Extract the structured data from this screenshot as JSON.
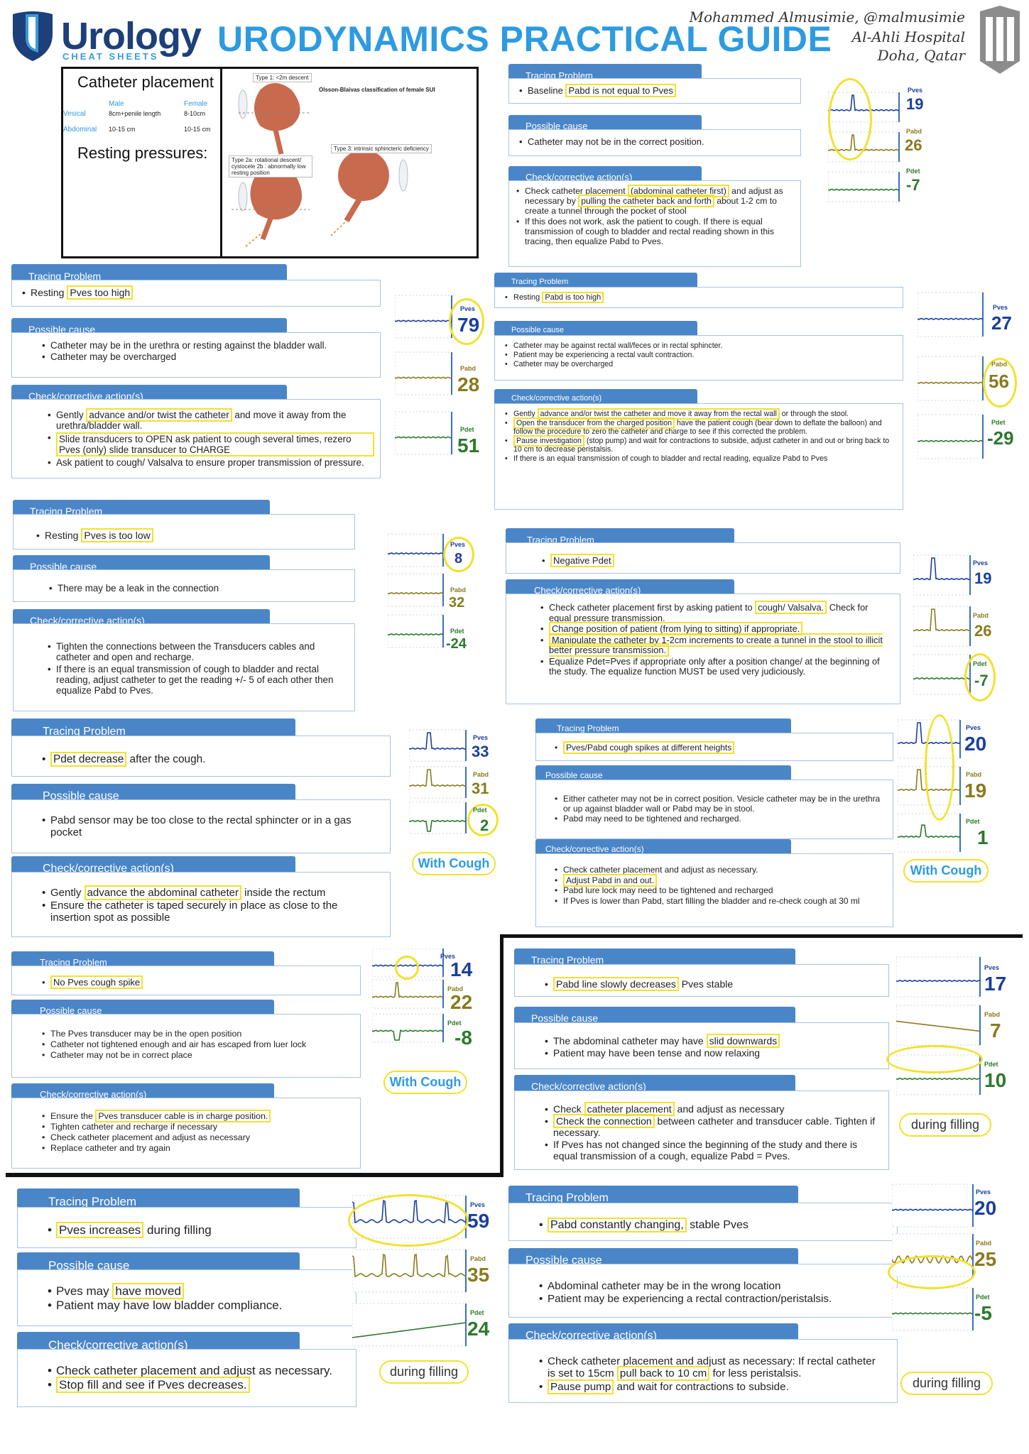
{
  "header": {
    "brand": "Urology",
    "brand_sub": "CHEAT SHEETS",
    "title": "URODYNAMICS PRACTICAL GUIDE",
    "author": "Mohammed Almusimie, @malmusimie",
    "hospital": "Al-Ahli Hospital",
    "location": "Doha, Qatar"
  },
  "catheter_box": {
    "title": "Catheter placement",
    "col_male": "Male",
    "col_female": "Female",
    "row_vesical": "Vesical",
    "vesical_male": "8cm+penile length",
    "vesical_female": "8-10cm",
    "row_abdominal": "Abdominal",
    "abdominal_male": "10-15 cm",
    "abdominal_female": "10-15 cm",
    "resting": "Resting pressures:",
    "type1": "Type 1: <2m descent",
    "classification": "Olsson-Blaivas classification of female SUI",
    "type2": "Type 2a: rotational descent/ cystocele 2b : abnormally low resting position",
    "type3": "Type 3: intrinsic sphincteric deficiency"
  },
  "labels": {
    "tracing": "Tracing Problem",
    "cause": "Possible cause",
    "action": "Check/corrective action(s)",
    "pves": "Pves",
    "pabd": "Pabd",
    "pdet": "Pdet",
    "with_cough": "With Cough",
    "during_filling": "during filling"
  },
  "s1": {
    "problem": "Baseline Pabd is not equal to Pves",
    "cause": [
      "Catheter may not be in the correct position."
    ],
    "action": [
      "Check catheter placement (abdominal catheter first) and adjust as necessary by pulling the catheter back and forth about 1-2 cm to create a tunnel through the pocket of stool",
      "If this does not work, ask the patient to cough. If there is equal transmission of cough to bladder and rectal reading shown in this tracing, then equalize Pabd to Pves."
    ],
    "pves": "19",
    "pabd": "26",
    "pdet": "-7"
  },
  "s2": {
    "problem": "Resting Pves too high",
    "cause": [
      "Catheter may be in the urethra or resting against the bladder wall.",
      "Catheter may be overcharged"
    ],
    "action": [
      "Gently advance and/or twist the catheter and move it away from the urethra/bladder wall.",
      "Slide transducers to OPEN ask patient to cough several times, rezero Pves (only) slide transducer to CHARGE",
      "Ask patient to cough/ Valsalva to ensure proper transmission of pressure."
    ],
    "pves": "79",
    "pabd": "28",
    "pdet": "51"
  },
  "s3": {
    "problem": "Resting Pabd is too high",
    "cause": [
      "Catheter may be against rectal wall/feces or in rectal sphincter.",
      "Patient may be experiencing a rectal vault contraction.",
      "Catheter may be overcharged"
    ],
    "action": [
      "Gently advance and/or twist the catheter and move it away from the rectal wall or through the stool.",
      "Open the transducer from the charged position have the patient cough (bear down to deflate the balloon) and follow the procedure to zero the catheter and charge to see if this corrected the problem.",
      "Pause investigation (stop pump) and wait for contractions to subside, adjust catheter in and out or bring back to 10 cm to decrease peristalsis.",
      "If there is an equal transmission of cough to bladder and rectal reading, equalize Pabd to Pves"
    ],
    "pves": "27",
    "pabd": "56",
    "pdet": "-29"
  },
  "s4": {
    "problem": "Resting Pves is too low",
    "cause": [
      "There may be a leak in the connection"
    ],
    "action": [
      "Tighten the connections between the Transducers cables and catheter and open and recharge.",
      "If there is an equal transmission of cough to bladder and rectal reading, adjust catheter to get the reading +/- 5 of each other then equalize Pabd to Pves."
    ],
    "pves": "8",
    "pabd": "32",
    "pdet": "-24"
  },
  "s5": {
    "problem": "Negative Pdet",
    "action": [
      "Check catheter placement first by asking patient to cough/ Valsalva. Check for equal pressure transmission.",
      "Change position of patient (from lying to sitting) if appropriate.",
      "Manipulate the catheter by 1-2cm increments to create a tunnel in the stool to illicit better pressure transmission.",
      "Equalize Pdet=Pves if appropriate only after a position change/ at the beginning of the study. The equalize function MUST be used very judiciously."
    ],
    "pves": "19",
    "pabd": "26",
    "pdet": "-7"
  },
  "s6": {
    "problem": "Pdet decrease after the cough.",
    "cause": [
      "Pabd sensor may be too close to the rectal sphincter or in a gas pocket"
    ],
    "action": [
      "Gently advance the abdominal catheter inside the rectum",
      "Ensure the catheter is taped securely in place as close to the insertion spot as possible"
    ],
    "pves": "33",
    "pabd": "31",
    "pdet": "2"
  },
  "s7": {
    "problem": "Pves/Pabd cough spikes at different heights",
    "cause": [
      "Either catheter may not be in correct position. Vesicle catheter may be in the urethra or up against bladder wall or Pabd may be in stool.",
      "Pabd may need to be tightened and recharged."
    ],
    "action": [
      "Check catheter placement and adjust as necessary.",
      "Adjust Pabd in and out.",
      "Pabd lure lock may need to be tightened and recharged",
      "If Pves is lower than Pabd, start filling the bladder and re-check cough at 30 ml"
    ],
    "pves": "20",
    "pabd": "19",
    "pdet": "1"
  },
  "s8": {
    "problem": "No Pves cough spike",
    "cause": [
      "The Pves transducer may be in the open position",
      "Catheter not tightened enough and air has escaped from luer lock",
      "Catheter may not be in correct place"
    ],
    "action": [
      "Ensure the Pves transducer cable is in charge position.",
      "Tighten catheter and recharge if necessary",
      "Check catheter placement and adjust as necessary",
      "Replace catheter and try again"
    ],
    "pves": "14",
    "pabd": "22",
    "pdet": "-8"
  },
  "s9": {
    "problem": "Pabd line slowly decreases Pves stable",
    "cause": [
      "The abdominal catheter may have slid downwards",
      "Patient may have been tense and now relaxing"
    ],
    "action": [
      "Check catheter placement and adjust as necessary",
      "Check the connection between catheter and transducer cable. Tighten if necessary.",
      "If Pves has not changed since the beginning of the study and there is equal transmission of a cough, equalize Pabd = Pves."
    ],
    "pves": "17",
    "pabd": "7",
    "pdet": "10"
  },
  "s10": {
    "problem": "Pves increases during filling",
    "cause": [
      "Pves may have moved",
      "Patient may have low bladder compliance."
    ],
    "action": [
      "Check catheter placement and adjust as necessary.",
      "Stop fill and see if Pves decreases."
    ],
    "pves": "59",
    "pabd": "35",
    "pdet": "24"
  },
  "s11": {
    "problem": "Pabd constantly changing, stable Pves",
    "cause": [
      "Abdominal catheter may be in the wrong location",
      "Patient may be experiencing a rectal contraction/peristalsis."
    ],
    "action": [
      "Check catheter placement and adjust as necessary: If rectal catheter is set to 15cm pull back to 10 cm for less peristalsis.",
      "Pause pump and wait for contractions to subside."
    ],
    "pves": "20",
    "pabd": "25",
    "pdet": "-5"
  },
  "colors": {
    "bar": "#4a86c7",
    "highlight": "#f2e12e",
    "title": "#2d9be0",
    "brand": "#1d3f7a",
    "pves": "#1a3f9c",
    "pabd": "#8a7a1e",
    "pdet": "#2d7a2d"
  }
}
